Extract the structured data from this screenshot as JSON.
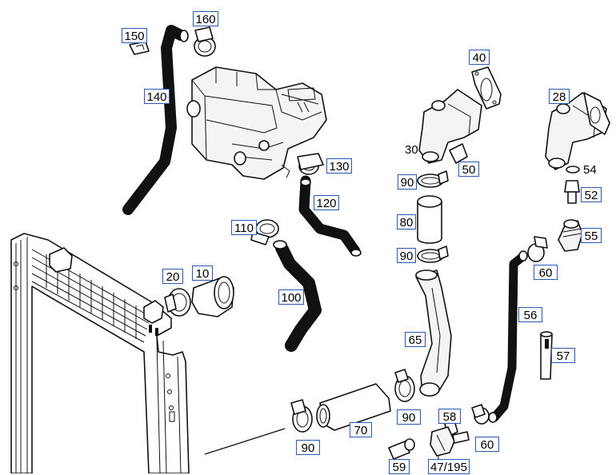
{
  "callouts": {
    "c160": "160",
    "c150": "150",
    "c140": "140",
    "c130": "130",
    "c120": "120",
    "c110": "110",
    "c100": "100",
    "c40": "40",
    "c30": "30",
    "c50": "50",
    "c90a": "90",
    "c80": "80",
    "c90b": "90",
    "c65": "65",
    "c70": "70",
    "c90c": "90",
    "c90d": "90",
    "c28": "28",
    "c54": "54",
    "c52": "52",
    "c55": "55",
    "c60a": "60",
    "c56": "56",
    "c57": "57",
    "c60b": "60",
    "c58": "58",
    "c59": "59",
    "c47_195": "47/195",
    "c20": "20",
    "c10": "10"
  },
  "colors": {
    "callout_border": "#2a58b8",
    "line": "#111111",
    "background": "#ffffff"
  }
}
